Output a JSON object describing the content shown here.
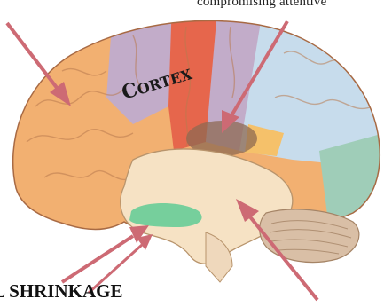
{
  "labels": {
    "top": "compromising attentive",
    "cortex": "Cortex",
    "bottom": "L SHRINKAGE"
  },
  "colors": {
    "frontal": "#f2b071",
    "motor": "#e6664c",
    "sensory": "#c2acc9",
    "parietal": "#c7dcec",
    "occipital": "#9fcdb8",
    "temporal": "#f6e2c4",
    "hippocampus": "#76cf9c",
    "arrow": "#cd6a74"
  }
}
